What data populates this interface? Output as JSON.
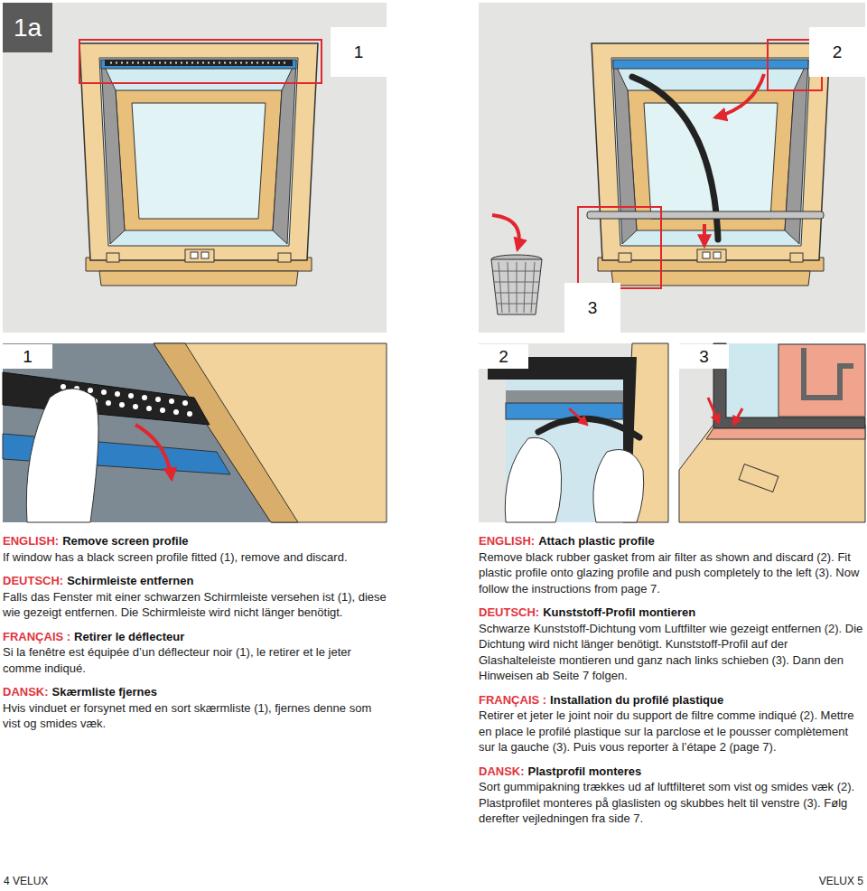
{
  "diagram": {
    "nodes": [
      {
        "text": [
          "1a"
        ]
      }
    ],
    "labels": [
      "1",
      "2",
      "3",
      "1",
      "2",
      "3",
      "ENGLISH:",
      "Remove screen profile",
      "If window has a black screen profile fitted (1), remove and discard.",
      "DEUTSCH:",
      "Schirmleiste entfernen",
      "Falls das Fenster mit einer schwarzen Schirmleiste versehen ist (1), diese wie gezeigt entfernen. Die Schirmleiste wird nicht länger benötigt.",
      "FRANÇAIS :",
      "Retirer le déflecteur",
      "Si la fenêtre est équipée d’un déflecteur noir (1), le retirer et le jeter comme indiqué.",
      "DANSK:",
      "Skærmliste fjernes",
      "Hvis vinduet er forsynet med en sort skærmliste (1), fjernes denne som vist og smides væk.",
      "ENGLISH:",
      "Attach plastic profile",
      "Remove black rubber gasket from air filter as shown and discard (2). Fit plastic profile onto glazing profile and push completely to the left (3). Now follow the instructions from page 7.",
      "DEUTSCH:",
      "Kunststoff-Profil montieren",
      "Schwarze Kunststoff-Dichtung vom Luftfilter wie gezeigt entfernen (2). Die Dichtung wird nicht länger benötigt. Kunststoff-Profil auf der Glashalteleiste montieren und ganz nach links schieben (3). Dann den Hinweisen ab Seite 7 folgen.",
      "FRANÇAIS :",
      "Installation du profilé plastique",
      "Retirer et jeter le joint noir du support de filtre comme indiqué (2). Mettre en place le profilé plastique sur la parclose et le pousser complètement sur la gauche (3). Puis vous reporter à l’étape 2 (page 7).",
      "DANSK:",
      "Plastprofil monteres",
      "Sort gummipakning trækkes ud af luftfilteret som vist og smides væk (2). Plastprofilet monteres på glaslisten og skubbes helt til venstre (3). Følg derefter vejledningen fra side 7.",
      "4 VELUX",
      "VELUX 5"
    ]
  }
}
